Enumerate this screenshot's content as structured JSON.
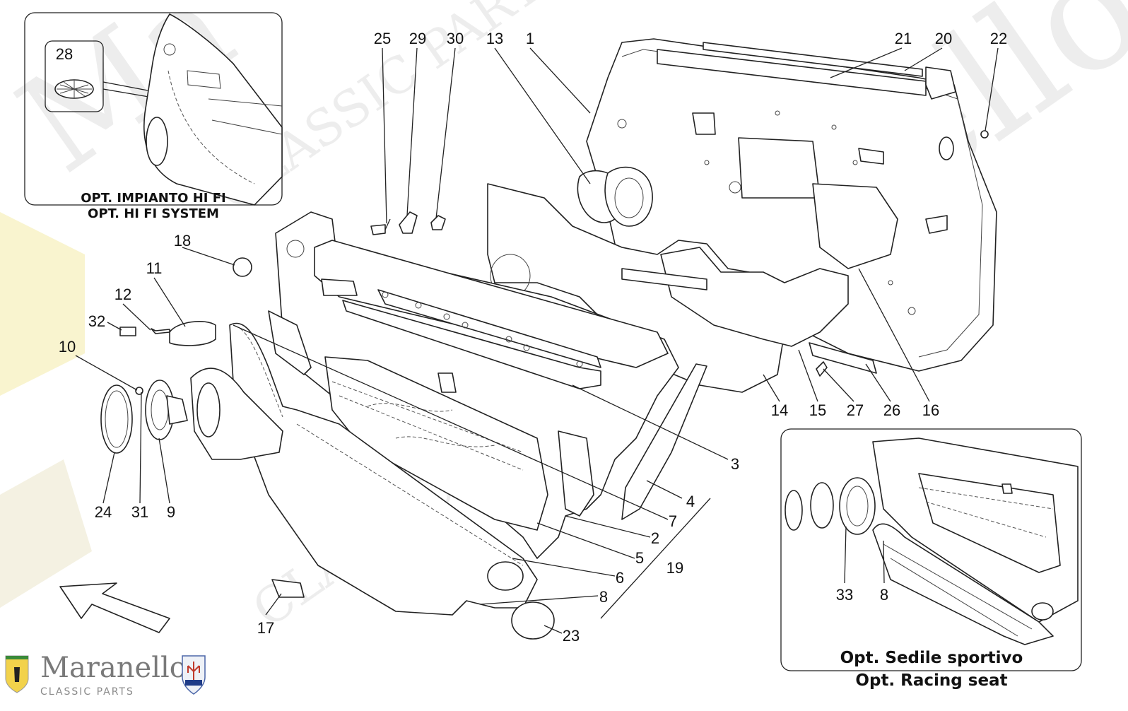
{
  "callouts": {
    "c1": "1",
    "c2": "2",
    "c3": "3",
    "c4": "4",
    "c5": "5",
    "c6": "6",
    "c7": "7",
    "c8": "8",
    "c8b": "8",
    "c9": "9",
    "c10": "10",
    "c11": "11",
    "c12": "12",
    "c13": "13",
    "c14": "14",
    "c15": "15",
    "c16": "16",
    "c17": "17",
    "c18": "18",
    "c19": "19",
    "c20": "20",
    "c21": "21",
    "c22": "22",
    "c23": "23",
    "c24": "24",
    "c25": "25",
    "c26": "26",
    "c27": "27",
    "c28": "28",
    "c29": "29",
    "c30": "30",
    "c31": "31",
    "c32": "32",
    "c33": "33"
  },
  "insets": {
    "hifi": {
      "line1": "OPT. IMPIANTO HI FI",
      "line2": "OPT. HI FI SYSTEM"
    },
    "racing": {
      "line1": "Opt. Sedile sportivo",
      "line2": "Opt. Racing seat"
    }
  },
  "branding": {
    "name": "Maranello",
    "tagline": "CLASSIC PARTS"
  },
  "icons": {
    "direction": "direction-arrow-icon",
    "ferrari": "ferrari-shield-icon",
    "maserati": "maserati-trident-icon"
  }
}
